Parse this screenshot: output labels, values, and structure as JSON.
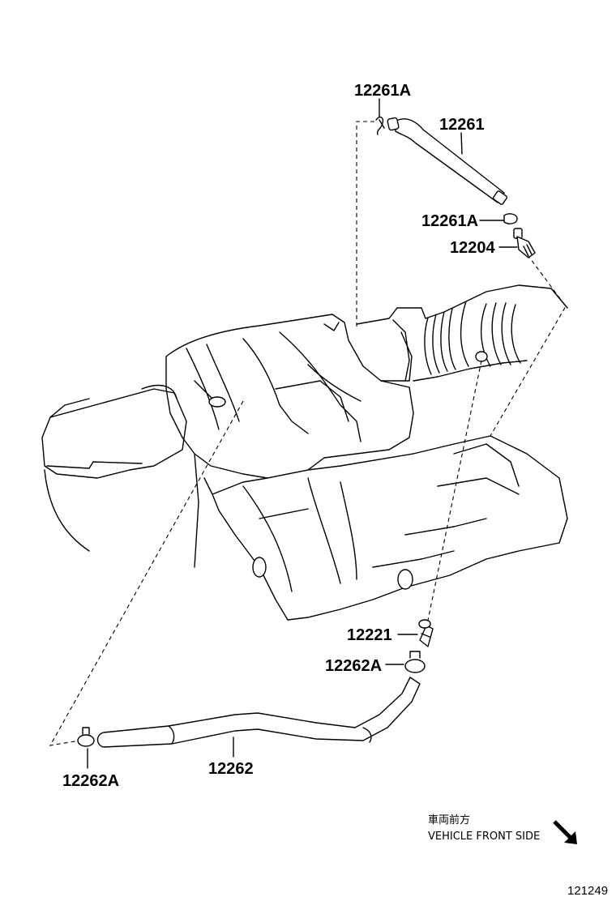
{
  "parts": {
    "hose_clip_upper_top": "12261A",
    "ventilation_hose_upper": "12261",
    "hose_clip_upper_bottom": "12261A",
    "pcv_valve": "12204",
    "union": "12221",
    "hose_clamp_right": "12262A",
    "hose_clamp_left": "12262A",
    "ventilation_hose_lower": "12262"
  },
  "direction": {
    "japanese": "車両前方",
    "english": "VEHICLE FRONT SIDE",
    "arrow_icon": "arrow-down-right-icon"
  },
  "figure_number": "121249"
}
